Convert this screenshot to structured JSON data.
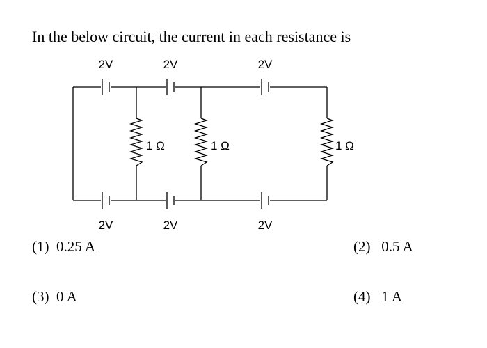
{
  "question": "In the below circuit, the current in each resistance is",
  "circuit": {
    "battery_top_left": "2V",
    "battery_top_middle": "2V",
    "battery_top_right": "2V",
    "battery_bottom_left": "2V",
    "battery_bottom_middle": "2V",
    "battery_bottom_right": "2V",
    "resistor_1": "1 Ω",
    "resistor_2": "1 Ω",
    "resistor_3": "1 Ω"
  },
  "options": {
    "opt1": "(1)  0.25 A",
    "opt2": "(2)   0.5 A",
    "opt3": "(3)  0 A",
    "opt4": "(4)   1 A"
  }
}
